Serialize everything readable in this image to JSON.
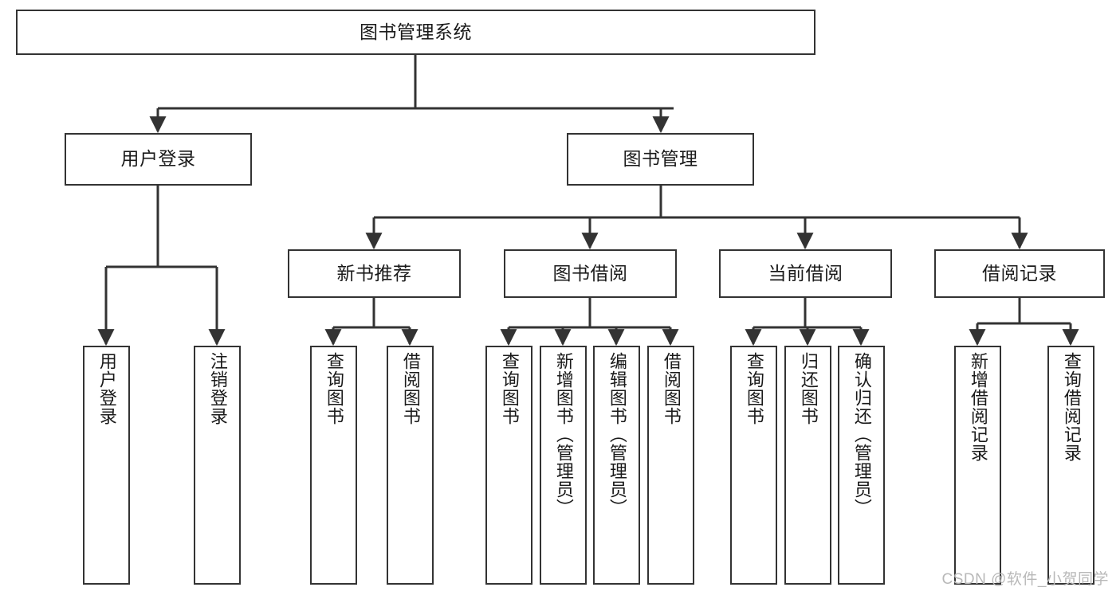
{
  "diagram": {
    "title": "图书管理系统",
    "type": "tree-hierarchy",
    "watermark": "CSDN @软件_小贺同学",
    "colors": {
      "stroke": "#333333",
      "fill": "#ffffff",
      "text": "#1a1a1a",
      "watermark": "#b8b8b8"
    },
    "nodes": {
      "root": {
        "label": "图书管理系统"
      },
      "level2": [
        {
          "id": "user-login",
          "label": "用户登录"
        },
        {
          "id": "book-manage",
          "label": "图书管理"
        }
      ],
      "level3": [
        {
          "id": "new-book-recommend",
          "label": "新书推荐"
        },
        {
          "id": "book-borrow",
          "label": "图书借阅"
        },
        {
          "id": "current-borrow",
          "label": "当前借阅"
        },
        {
          "id": "borrow-record",
          "label": "借阅记录"
        }
      ],
      "leaves": [
        {
          "id": "leaf-user-login",
          "label": "用户登录",
          "parent": "user-login"
        },
        {
          "id": "leaf-logout-login",
          "label": "注销登录",
          "parent": "user-login"
        },
        {
          "id": "leaf-query-book-1",
          "label": "查询图书",
          "parent": "new-book-recommend"
        },
        {
          "id": "leaf-borrow-book-1",
          "label": "借阅图书",
          "parent": "new-book-recommend"
        },
        {
          "id": "leaf-query-book-2",
          "label": "查询图书",
          "parent": "book-borrow"
        },
        {
          "id": "leaf-add-book",
          "label": "新增图书（管理员）",
          "parent": "book-borrow"
        },
        {
          "id": "leaf-edit-book",
          "label": "编辑图书（管理员）",
          "parent": "book-borrow"
        },
        {
          "id": "leaf-borrow-book-2",
          "label": "借阅图书",
          "parent": "book-borrow"
        },
        {
          "id": "leaf-query-book-3",
          "label": "查询图书",
          "parent": "current-borrow"
        },
        {
          "id": "leaf-return-book",
          "label": "归还图书",
          "parent": "current-borrow"
        },
        {
          "id": "leaf-confirm-return",
          "label": "确认归还（管理员）",
          "parent": "current-borrow"
        },
        {
          "id": "leaf-add-record",
          "label": "新增借阅记录",
          "parent": "borrow-record"
        },
        {
          "id": "leaf-query-record",
          "label": "查询借阅记录",
          "parent": "borrow-record"
        }
      ]
    }
  }
}
